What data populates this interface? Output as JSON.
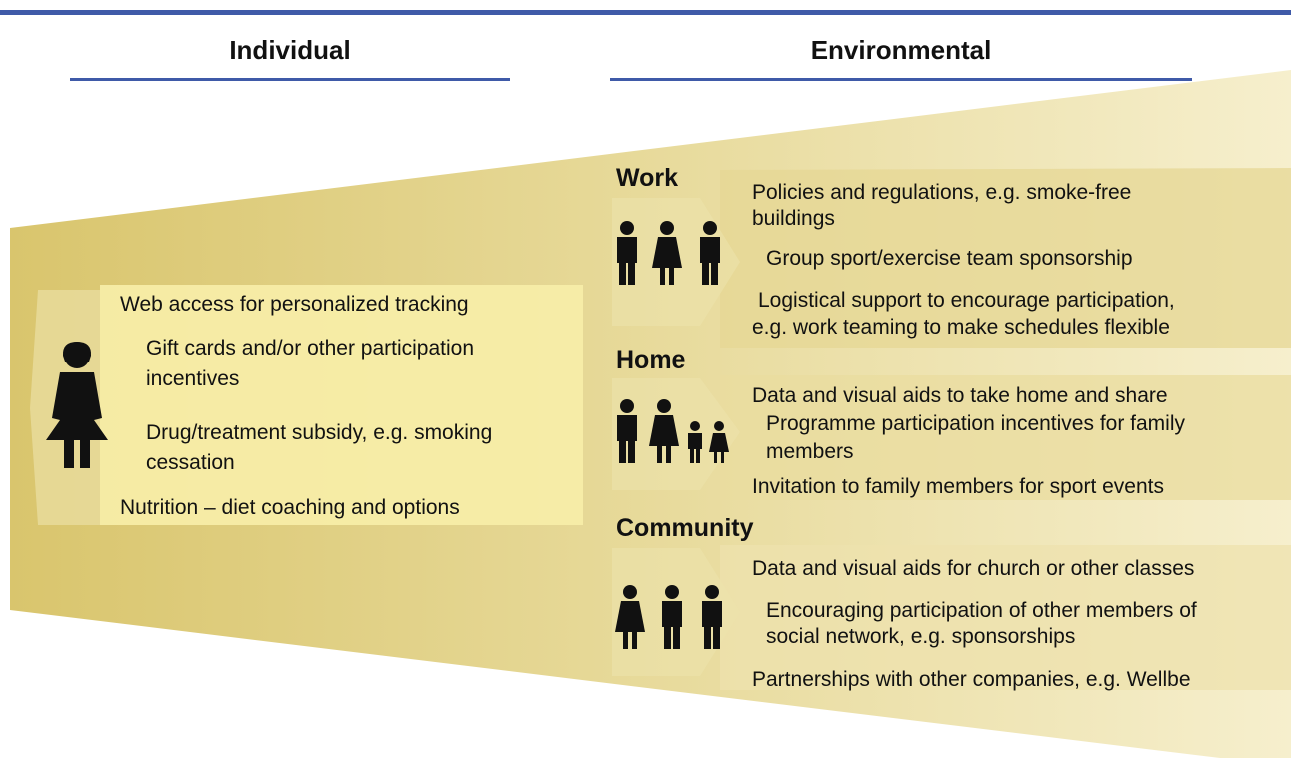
{
  "header": {
    "individual": "Individual",
    "environmental": "Environmental"
  },
  "individual": {
    "items": [
      "Web access for personalized tracking",
      "Gift cards and/or other participation",
      "incentives",
      "Drug/treatment subsidy, e.g. smoking",
      "cessation",
      "Nutrition – diet coaching and options"
    ]
  },
  "work": {
    "title": "Work",
    "items": [
      "Policies and regulations, e.g. smoke-free",
      "buildings",
      "Group sport/exercise team sponsorship",
      "Logistical support to encourage participation,",
      "e.g. work teaming to make schedules flexible"
    ]
  },
  "home": {
    "title": "Home",
    "items": [
      "Data and visual aids to take home and share",
      "Programme participation incentives for family",
      "members",
      "Invitation to family members for sport events"
    ]
  },
  "community": {
    "title": "Community",
    "items": [
      "Data and visual aids for church or other classes",
      "Encouraging participation of other members of",
      "social network, e.g. sponsorships",
      "Partnerships with other companies, e.g. Wellbe"
    ]
  },
  "colors": {
    "rule": "#3f5aa8",
    "band_dark": "#dcc973",
    "band_light": "#f4ecc4",
    "panel": "#f7eea8",
    "figure": "#111111"
  }
}
